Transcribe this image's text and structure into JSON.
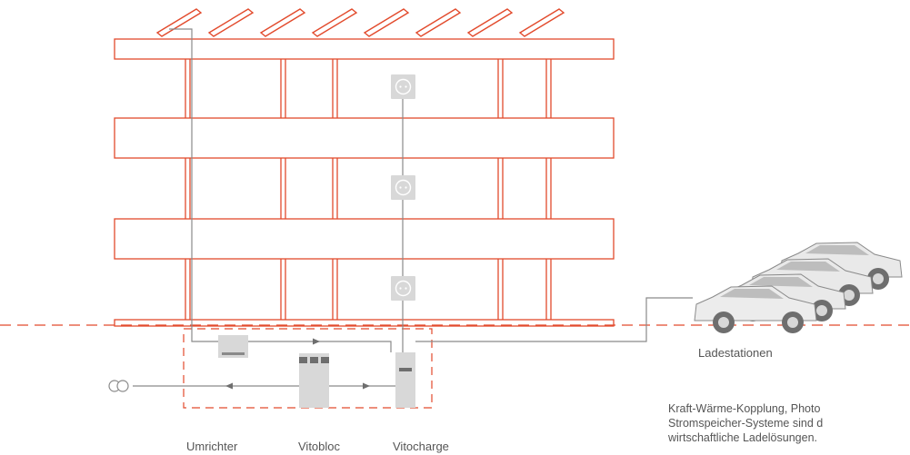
{
  "colors": {
    "frame": "#e24a2c",
    "wire": "#8a8a8a",
    "device": "#d8d8d8",
    "device_dark": "#6e6e6e",
    "car": "#e6e6e6",
    "text": "#555555"
  },
  "icons": [
    "solar-panel-icon",
    "socket-icon",
    "transformer-icon",
    "car-icon"
  ],
  "labels": {
    "ladestationen": "Ladestationen",
    "umrichter": "Umrichter",
    "vitobloc": "Vitobloc",
    "vitocharge": "Vitocharge"
  },
  "description": {
    "line1": "Kraft-Wärme-Kopplung, Photo",
    "line2": "Stromspeicher-Systeme sind d",
    "line3": "wirtschaftliche Ladelösungen."
  }
}
